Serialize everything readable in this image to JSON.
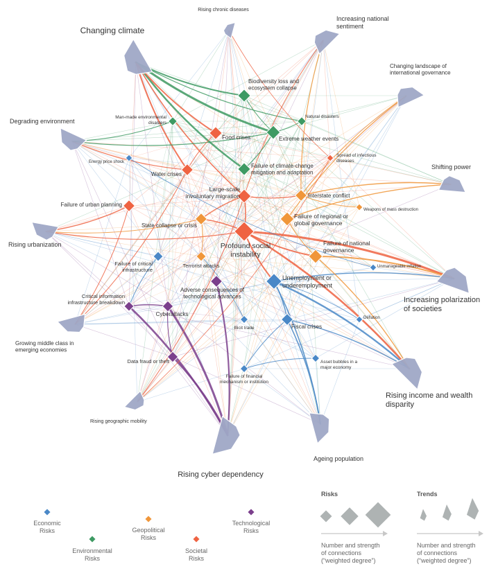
{
  "colors": {
    "economic": "#4a88c7",
    "environmental": "#3e9a63",
    "geopolitical": "#f0963a",
    "societal": "#ef6342",
    "technological": "#7b3f8c",
    "trend": "#9fa8c6",
    "trend_dark": "#8a93b2",
    "legend_gray": "#aeb3b3",
    "arrow": "#c8c8c8"
  },
  "trends": [
    {
      "id": "chronic",
      "label": "Rising chronic diseases"
    },
    {
      "id": "national",
      "label": "Increasing national sentiment"
    },
    {
      "id": "climate",
      "label": "Changing climate"
    },
    {
      "id": "landscape",
      "label": "Changing landscape of international governance"
    },
    {
      "id": "environment",
      "label": "Degrading environment"
    },
    {
      "id": "power",
      "label": "Shifting power"
    },
    {
      "id": "urbanization",
      "label": "Rising urbanization"
    },
    {
      "id": "polarization",
      "label": "Increasing polarization of societies"
    },
    {
      "id": "middleclass",
      "label": "Growing middle class in emerging economies"
    },
    {
      "id": "income",
      "label": "Rising income and wealth disparity"
    },
    {
      "id": "mobility",
      "label": "Rising geographic mobility"
    },
    {
      "id": "ageing",
      "label": "Ageing population"
    },
    {
      "id": "cyber",
      "label": "Rising cyber dependency"
    }
  ],
  "risks": [
    {
      "id": "biodiversity",
      "label": "Biodiversity loss and ecosystem collapse",
      "category": "environmental"
    },
    {
      "id": "natural",
      "label": "Natural disasters",
      "category": "environmental"
    },
    {
      "id": "manmade",
      "label": "Man-made environmental disasters",
      "category": "environmental"
    },
    {
      "id": "food",
      "label": "Food crises",
      "category": "societal"
    },
    {
      "id": "weather",
      "label": "Extreme weather events",
      "category": "environmental"
    },
    {
      "id": "infectious",
      "label": "Spread of infectious diseases",
      "category": "societal"
    },
    {
      "id": "energy",
      "label": "Energy price shock",
      "category": "economic"
    },
    {
      "id": "water",
      "label": "Water crises",
      "category": "societal"
    },
    {
      "id": "climatefail",
      "label": "Failure of climate-change mitigation and adaptation",
      "category": "environmental"
    },
    {
      "id": "migration",
      "label": "Large-scale involuntary migration",
      "category": "societal"
    },
    {
      "id": "interstate",
      "label": "Interstate conflict",
      "category": "geopolitical"
    },
    {
      "id": "wmd",
      "label": "Weapons of mass destruction",
      "category": "geopolitical"
    },
    {
      "id": "urbanplan",
      "label": "Failure of urban planning",
      "category": "societal"
    },
    {
      "id": "regional",
      "label": "Failure of regional or global governance",
      "category": "geopolitical"
    },
    {
      "id": "statecollapse",
      "label": "State collapse or crisis",
      "category": "geopolitical"
    },
    {
      "id": "instability",
      "label": "Profound social instability",
      "category": "societal"
    },
    {
      "id": "national_gov",
      "label": "Failure of national governance",
      "category": "geopolitical"
    },
    {
      "id": "critinfra",
      "label": "Failure of critical infrastructure",
      "category": "economic"
    },
    {
      "id": "inflation",
      "label": "Unmanageable inflation",
      "category": "economic"
    },
    {
      "id": "terrorist",
      "label": "Terrorist attacks",
      "category": "geopolitical"
    },
    {
      "id": "unemployment",
      "label": "Unemployment or underemployment",
      "category": "economic"
    },
    {
      "id": "adverse",
      "label": "Adverse consequences of technological advances",
      "category": "technological"
    },
    {
      "id": "cib",
      "label": "Critical information infrastructure breakdown",
      "category": "technological"
    },
    {
      "id": "cyberattacks",
      "label": "Cyberattacks",
      "category": "technological"
    },
    {
      "id": "illicit",
      "label": "Illicit trade",
      "category": "economic"
    },
    {
      "id": "fiscal",
      "label": "Fiscal crises",
      "category": "economic"
    },
    {
      "id": "deflation",
      "label": "Deflation",
      "category": "economic"
    },
    {
      "id": "datafraud",
      "label": "Data fraud or theft",
      "category": "technological"
    },
    {
      "id": "bubbles",
      "label": "Asset bubbles in a major economy",
      "category": "economic"
    },
    {
      "id": "financial",
      "label": "Failure of financial mechanism or institution",
      "category": "economic"
    }
  ],
  "links": [
    {
      "from": "climate",
      "to": "weather",
      "category": "environmental",
      "weight": 3
    },
    {
      "from": "climate",
      "to": "biodiversity",
      "category": "environmental",
      "weight": 2
    },
    {
      "from": "climate",
      "to": "climatefail",
      "category": "environmental",
      "weight": 2.5
    },
    {
      "from": "climate",
      "to": "food",
      "category": "societal",
      "weight": 2
    },
    {
      "from": "climate",
      "to": "water",
      "category": "societal",
      "weight": 2
    },
    {
      "from": "climate",
      "to": "migration",
      "category": "societal",
      "weight": 1.6
    },
    {
      "from": "climate",
      "to": "natural",
      "category": "environmental",
      "weight": 1.2
    },
    {
      "from": "environment",
      "to": "weather",
      "category": "environmental",
      "weight": 1.2
    },
    {
      "from": "environment",
      "to": "water",
      "category": "societal",
      "weight": 1.2
    },
    {
      "from": "environment",
      "to": "manmade",
      "category": "environmental",
      "weight": 1
    },
    {
      "from": "polarization",
      "to": "instability",
      "category": "societal",
      "weight": 3
    },
    {
      "from": "polarization",
      "to": "national_gov",
      "category": "geopolitical",
      "weight": 2
    },
    {
      "from": "polarization",
      "to": "unemployment",
      "category": "economic",
      "weight": 1.4
    },
    {
      "from": "income",
      "to": "instability",
      "category": "societal",
      "weight": 2.6
    },
    {
      "from": "income",
      "to": "unemployment",
      "category": "economic",
      "weight": 2.4
    },
    {
      "from": "income",
      "to": "fiscal",
      "category": "economic",
      "weight": 1.4
    },
    {
      "from": "income",
      "to": "national_gov",
      "category": "geopolitical",
      "weight": 1.4
    },
    {
      "from": "cyber",
      "to": "cyberattacks",
      "category": "technological",
      "weight": 3
    },
    {
      "from": "cyber",
      "to": "cib",
      "category": "technological",
      "weight": 2.6
    },
    {
      "from": "cyber",
      "to": "adverse",
      "category": "technological",
      "weight": 2.2
    },
    {
      "from": "cyber",
      "to": "datafraud",
      "category": "technological",
      "weight": 2.6
    },
    {
      "from": "ageing",
      "to": "fiscal",
      "category": "economic",
      "weight": 1.6
    },
    {
      "from": "ageing",
      "to": "unemployment",
      "category": "economic",
      "weight": 1.6
    },
    {
      "from": "urbanization",
      "to": "urbanplan",
      "category": "societal",
      "weight": 1.4
    },
    {
      "from": "urbanization",
      "to": "instability",
      "category": "societal",
      "weight": 1.2
    },
    {
      "from": "urbanization",
      "to": "statecollapse",
      "category": "geopolitical",
      "weight": 1
    },
    {
      "from": "power",
      "to": "interstate",
      "category": "geopolitical",
      "weight": 1.4
    },
    {
      "from": "power",
      "to": "regional",
      "category": "geopolitical",
      "weight": 1.4
    },
    {
      "from": "landscape",
      "to": "regional",
      "category": "geopolitical",
      "weight": 1.2
    },
    {
      "from": "landscape",
      "to": "interstate",
      "category": "geopolitical",
      "weight": 1
    },
    {
      "from": "national",
      "to": "interstate",
      "category": "geopolitical",
      "weight": 1.2
    },
    {
      "from": "national",
      "to": "migration",
      "category": "societal",
      "weight": 1
    },
    {
      "from": "chronic",
      "to": "infectious",
      "category": "societal",
      "weight": 0.8
    },
    {
      "from": "middleclass",
      "to": "urbanplan",
      "category": "societal",
      "weight": 1
    },
    {
      "from": "middleclass",
      "to": "water",
      "category": "societal",
      "weight": 1
    },
    {
      "from": "mobility",
      "to": "migration",
      "category": "societal",
      "weight": 1
    },
    {
      "from": "mobility",
      "to": "infectious",
      "category": "societal",
      "weight": 0.8
    },
    {
      "from": "instability",
      "to": "unemployment",
      "category": "societal",
      "weight": 2
    },
    {
      "from": "instability",
      "to": "national_gov",
      "category": "societal",
      "weight": 2
    },
    {
      "from": "instability",
      "to": "migration",
      "category": "societal",
      "weight": 1.6
    },
    {
      "from": "instability",
      "to": "statecollapse",
      "category": "societal",
      "weight": 1.6
    },
    {
      "from": "migration",
      "to": "statecollapse",
      "category": "societal",
      "weight": 1.4
    },
    {
      "from": "migration",
      "to": "interstate",
      "category": "societal",
      "weight": 1.2
    },
    {
      "from": "food",
      "to": "water",
      "category": "societal",
      "weight": 1
    },
    {
      "from": "regional",
      "to": "national_gov",
      "category": "geopolitical",
      "weight": 1.2
    },
    {
      "from": "fiscal",
      "to": "unemployment",
      "category": "economic",
      "weight": 1.4
    },
    {
      "from": "fiscal",
      "to": "financial",
      "category": "economic",
      "weight": 1
    },
    {
      "from": "bubbles",
      "to": "financial",
      "category": "economic",
      "weight": 1
    },
    {
      "from": "critinfra",
      "to": "cib",
      "category": "economic",
      "weight": 1
    },
    {
      "from": "cyberattacks",
      "to": "cib",
      "category": "technological",
      "weight": 1.4
    },
    {
      "from": "cyberattacks",
      "to": "datafraud",
      "category": "technological",
      "weight": 1.2
    },
    {
      "from": "terrorist",
      "to": "statecollapse",
      "category": "geopolitical",
      "weight": 1
    },
    {
      "from": "interstate",
      "to": "wmd",
      "category": "geopolitical",
      "weight": 1
    },
    {
      "from": "weather",
      "to": "natural",
      "category": "environmental",
      "weight": 1
    },
    {
      "from": "climatefail",
      "to": "weather",
      "category": "environmental",
      "weight": 1.2
    },
    {
      "from": "biodiversity",
      "to": "weather",
      "category": "environmental",
      "weight": 1
    },
    {
      "from": "energy",
      "to": "inflation",
      "category": "economic",
      "weight": 0.8
    },
    {
      "from": "deflation",
      "to": "unemployment",
      "category": "economic",
      "weight": 0.8
    },
    {
      "from": "illicit",
      "to": "terrorist",
      "category": "economic",
      "weight": 0.8
    }
  ],
  "legend": {
    "categories": [
      {
        "id": "economic",
        "label": "Economic Risks"
      },
      {
        "id": "environmental",
        "label": "Environmental Risks"
      },
      {
        "id": "geopolitical",
        "label": "Geopolitical Risks"
      },
      {
        "id": "societal",
        "label": "Societal Risks"
      },
      {
        "id": "technological",
        "label": "Technological Risks"
      }
    ],
    "risks_title": "Risks",
    "trends_title": "Trends",
    "risks_caption": [
      "Number and strength",
      "of connections",
      "(“weighted degree”)"
    ],
    "trends_caption": [
      "Number and strength",
      "of connections",
      "(“weighted degree”)"
    ]
  }
}
